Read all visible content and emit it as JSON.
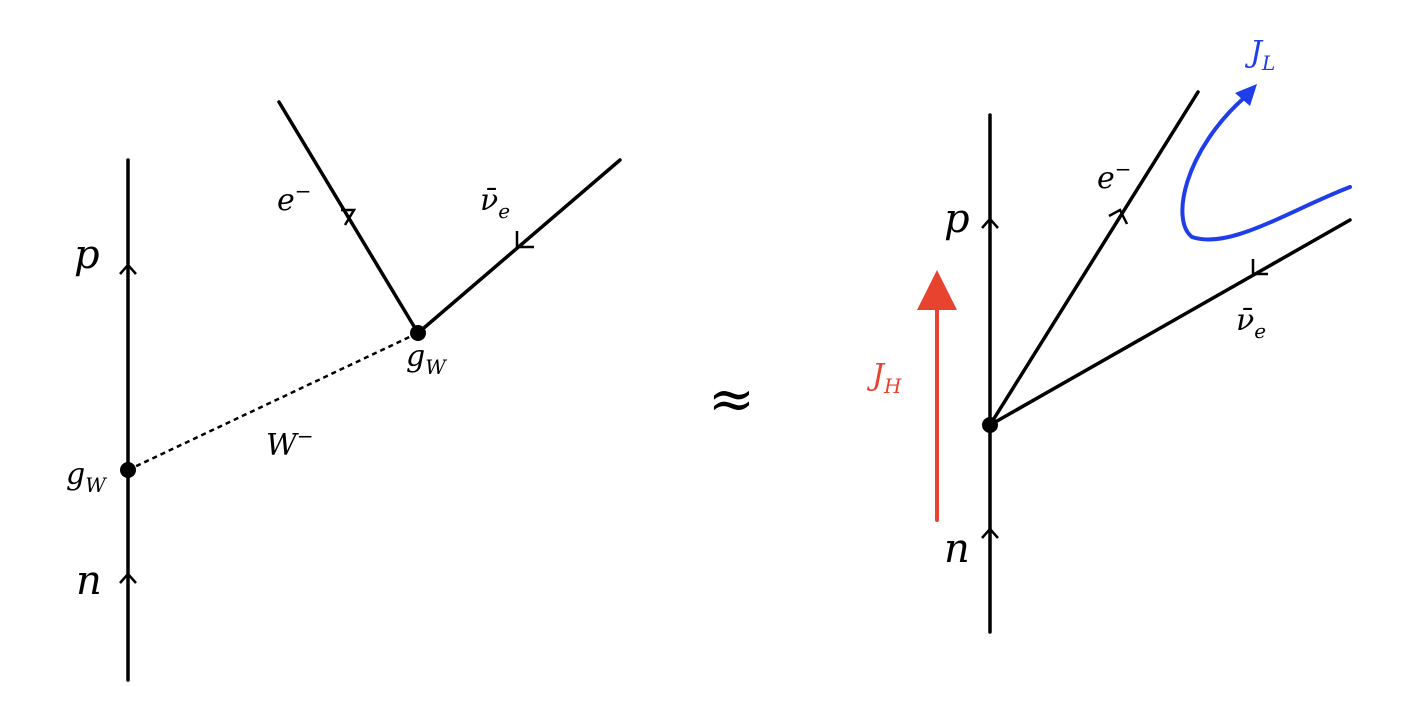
{
  "left_diagram": {
    "proton_label": "p",
    "neutron_label": "n",
    "electron_label": "e",
    "electron_charge": "−",
    "antineutrino_label": "ν̄",
    "antineutrino_sub": "e",
    "w_boson_label": "W",
    "w_boson_charge": "−",
    "coupling_top": "g",
    "coupling_top_sub": "W",
    "coupling_bottom": "g",
    "coupling_bottom_sub": "W"
  },
  "approx_symbol": "≈",
  "right_diagram": {
    "proton_label": "p",
    "neutron_label": "n",
    "electron_label": "e",
    "electron_charge": "−",
    "antineutrino_label": "ν̄",
    "antineutrino_sub": "e",
    "hadronic_current": "J",
    "hadronic_current_sub": "H",
    "leptonic_current": "J",
    "leptonic_current_sub": "L"
  },
  "colors": {
    "hadronic": "#e8432f",
    "leptonic": "#1f3de8",
    "lines": "#000000"
  }
}
